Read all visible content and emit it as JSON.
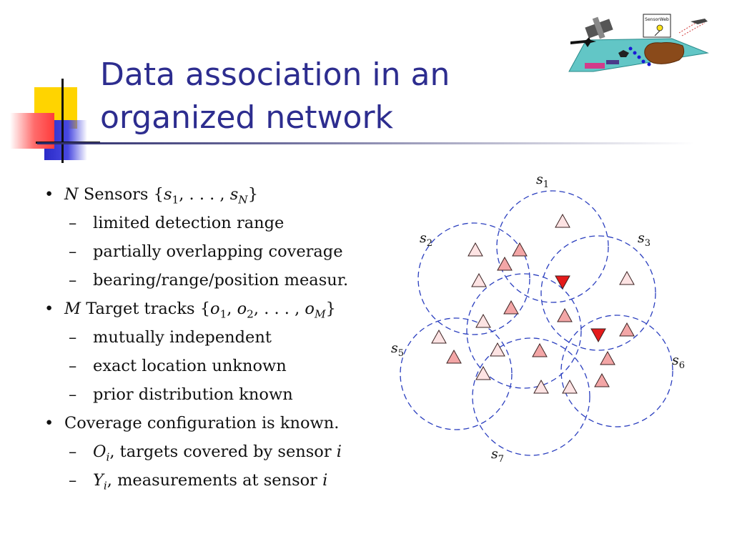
{
  "title_lines": [
    "Data association in an",
    "organized network"
  ],
  "bullets": [
    {
      "parts": [
        {
          "t": "N",
          "m": true
        },
        {
          "t": " Sensors {"
        },
        {
          "t": "s",
          "m": true
        },
        {
          "t": "1",
          "sub": true
        },
        {
          "t": ", . . . , "
        },
        {
          "t": "s",
          "m": true
        },
        {
          "t": "N",
          "sub": true,
          "m": true
        },
        {
          "t": "}"
        }
      ],
      "subs": [
        [
          {
            "t": "limited detection range"
          }
        ],
        [
          {
            "t": "partially overlapping coverage"
          }
        ],
        [
          {
            "t": "bearing/range/position measur."
          }
        ]
      ]
    },
    {
      "parts": [
        {
          "t": "M",
          "m": true
        },
        {
          "t": " Target tracks {"
        },
        {
          "t": "o",
          "m": true
        },
        {
          "t": "1",
          "sub": true
        },
        {
          "t": ", "
        },
        {
          "t": "o",
          "m": true
        },
        {
          "t": "2",
          "sub": true
        },
        {
          "t": ", . . . , "
        },
        {
          "t": "o",
          "m": true
        },
        {
          "t": "M",
          "sub": true,
          "m": true
        },
        {
          "t": "}"
        }
      ],
      "subs": [
        [
          {
            "t": "mutually independent"
          }
        ],
        [
          {
            "t": "exact location unknown"
          }
        ],
        [
          {
            "t": "prior distribution known"
          }
        ]
      ]
    },
    {
      "parts": [
        {
          "t": "Coverage configuration is known."
        }
      ],
      "subs": [
        [
          {
            "t": "O",
            "m": true
          },
          {
            "t": "i",
            "sub": true,
            "m": true
          },
          {
            "t": ", targets covered by sensor "
          },
          {
            "t": "i",
            "m": true
          }
        ],
        [
          {
            "t": "Y",
            "m": true
          },
          {
            "t": "i",
            "sub": true,
            "m": true
          },
          {
            "t": ", measurements at sensor "
          },
          {
            "t": "i",
            "m": true
          }
        ]
      ]
    }
  ],
  "diagram": {
    "sensor_labels": [
      {
        "name": "s",
        "sub": "1"
      },
      {
        "name": "s",
        "sub": "2"
      },
      {
        "name": "s",
        "sub": "3"
      },
      {
        "name": "s",
        "sub": "5"
      },
      {
        "name": "s",
        "sub": "6"
      },
      {
        "name": "s",
        "sub": "7"
      }
    ],
    "colors": {
      "circle": "#2b3fbf",
      "target_light": "#fde3e3",
      "target_medium": "#f3a6a6",
      "target_highlight": "#e41a1a",
      "target_stroke": "#3a2020"
    },
    "target_shades": [
      "light",
      "light",
      "medium",
      "medium",
      "light",
      "light",
      "medium",
      "medium",
      "light",
      "light",
      "medium",
      "medium",
      "light",
      "medium",
      "medium",
      "light",
      "light",
      "medium",
      "light"
    ],
    "highlighted_targets": 2
  },
  "logo": {
    "sign_text": "SensorWeb"
  },
  "colors": {
    "title": "#2d2d8f",
    "deco_yellow": "#ffd400",
    "deco_red": "#ff3b3b",
    "deco_blue": "#2a2ac8"
  }
}
